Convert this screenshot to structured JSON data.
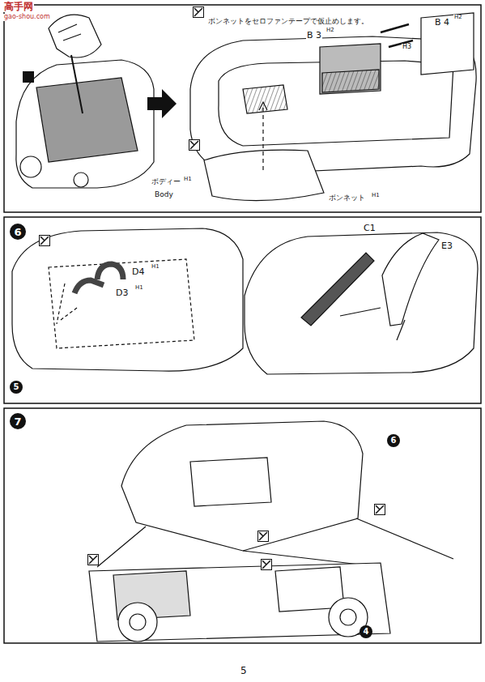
{
  "diagram": {
    "nodes": [
      {
        "text": [
          "6"
        ]
      },
      {
        "text": [
          "5"
        ]
      },
      {
        "text": [
          "7"
        ]
      },
      {
        "text": [
          "6"
        ]
      },
      {
        "text": [
          "4"
        ]
      }
    ],
    "labels": [
      "高手网",
      "gao-shou.com",
      "ボンネットをセロファンテープで仮止めします。",
      "B 3",
      "H2",
      "B 4",
      "H2",
      "H3",
      "ボディー",
      "H1",
      "Body",
      "ボンネット",
      "H1",
      "D4",
      "H1",
      "D3",
      "H1",
      "C1",
      "E3",
      "5"
    ]
  }
}
